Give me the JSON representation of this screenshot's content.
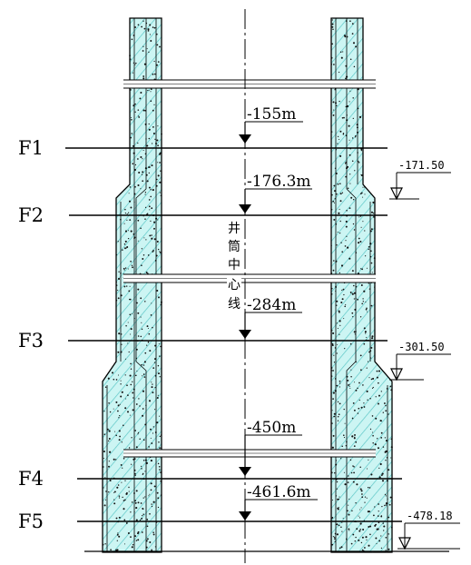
{
  "colors": {
    "line": "#000000",
    "concrete_fill": "#ccf5f3",
    "concrete_hatch": "#5cc7c7",
    "speckle": "#111111",
    "background": "#ffffff"
  },
  "floors": [
    {
      "id": "F1",
      "label": "F1"
    },
    {
      "id": "F2",
      "label": "F2"
    },
    {
      "id": "F3",
      "label": "F3"
    },
    {
      "id": "F4",
      "label": "F4"
    },
    {
      "id": "F5",
      "label": "F5"
    }
  ],
  "center_elevations": [
    {
      "label": "-155m"
    },
    {
      "label": "-176.3m"
    },
    {
      "label": "-284m"
    },
    {
      "label": "-450m"
    },
    {
      "label": "-461.6m"
    }
  ],
  "side_elevations": [
    {
      "label": "-171.50"
    },
    {
      "label": "-301.50"
    },
    {
      "label": "-478.18"
    }
  ],
  "centerline_label": [
    "井",
    "筒",
    "中",
    "心",
    "线"
  ]
}
